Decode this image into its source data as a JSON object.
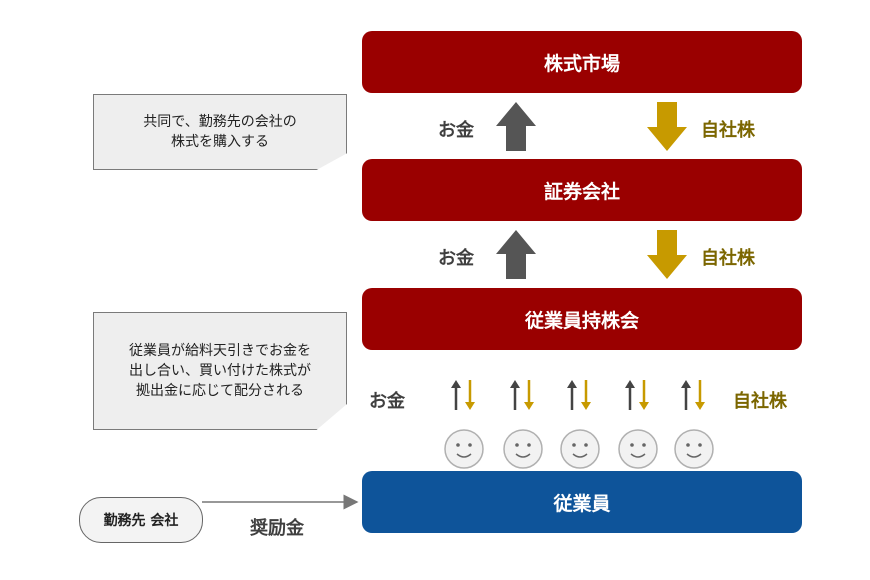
{
  "bars": {
    "market": "株式市場",
    "securities": "証券会社",
    "association": "従業員持株会",
    "employees": "従業員"
  },
  "notes": {
    "top": "共同で、勤務先の会社の\n株式を購入する",
    "middle": "従業員が給料天引きでお金を\n出し合い、買い付けた株式が\n拠出金に応じて配分される"
  },
  "flow_labels": {
    "money": "お金",
    "stock": "自社株"
  },
  "company": "勤務先 会社",
  "incentive": "奨励金",
  "colors": {
    "red": "#9a0000",
    "blue": "#0e549a",
    "money_arrow": "#555555",
    "stock_arrow": "#c79a00"
  }
}
